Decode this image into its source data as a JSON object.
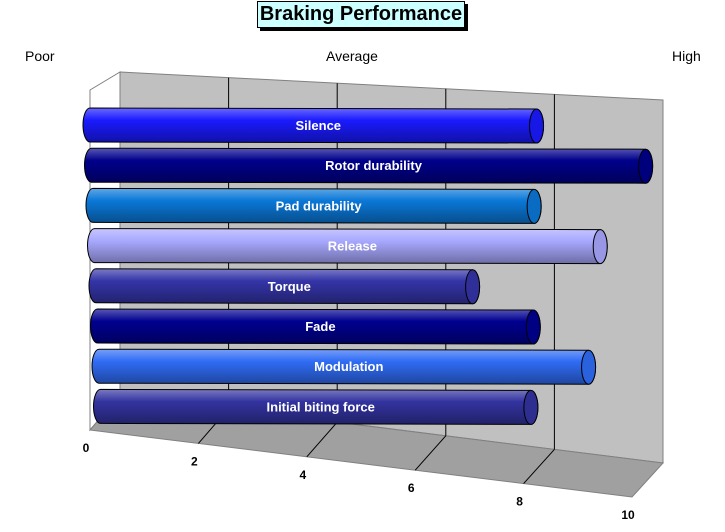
{
  "chart_data": {
    "type": "bar",
    "orientation": "horizontal",
    "style": "3d-cylinder",
    "title": "Braking Performance",
    "scale_labels": [
      "Poor",
      "Average",
      "High"
    ],
    "categories": [
      "Silence",
      "Rotor durability",
      "Pad durability",
      "Release",
      "Torque",
      "Fade",
      "Modulation",
      "Initial biting force"
    ],
    "values": [
      8.3,
      10.3,
      8.2,
      9.4,
      7.0,
      8.1,
      9.1,
      8.0
    ],
    "colors": [
      "#1a1aff",
      "#00008b",
      "#0a78d8",
      "#a8a8ff",
      "#3434a8",
      "#000090",
      "#2f6cf5",
      "#3333a0"
    ],
    "x_ticks": [
      "0",
      "2",
      "4",
      "6",
      "8",
      "10"
    ],
    "xlim": [
      0,
      10
    ],
    "grid": true
  }
}
